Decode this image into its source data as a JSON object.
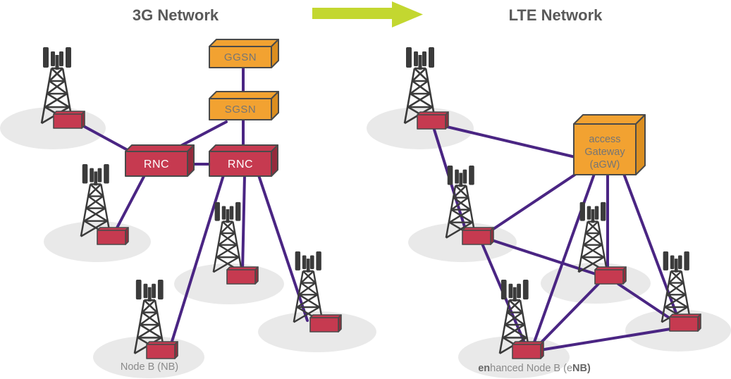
{
  "colors": {
    "background": "#FFFFFF",
    "title-text": "#595959",
    "caption-text": "#8A8A8A",
    "caption-bold-text": "#666666",
    "core-box-fill": "#F2A231",
    "core-box-side": "#DB8E20",
    "core-box-text": "#757575",
    "node-box-fill": "#C63A50",
    "node-box-side": "#952B3C",
    "node-box-text": "#FFFFFF",
    "box-outline": "#4A4A4A",
    "link-line": "#4A2583",
    "transition-arrow": "#C3D730",
    "coverage-ellipse": "#E9E9E9",
    "tower": "#3B3B3B"
  },
  "g3": {
    "title": "3G Network",
    "ggsn_label": "GGSN",
    "sgsn_label": "SGSN",
    "rnc_left_label": "RNC",
    "rnc_right_label": "RNC",
    "cell_site_label": "Node B (NB)",
    "cell_site_count": 5,
    "links": [
      [
        "GGSN",
        "SGSN"
      ],
      [
        "SGSN",
        "RNC-left"
      ],
      [
        "SGSN",
        "RNC-right"
      ],
      [
        "RNC-left",
        "RNC-right"
      ],
      [
        "NB-1",
        "RNC-left"
      ],
      [
        "RNC-left",
        "NB-2"
      ],
      [
        "RNC-right",
        "NB-3"
      ],
      [
        "RNC-right",
        "NB-4"
      ],
      [
        "RNC-right",
        "NB-5"
      ]
    ]
  },
  "lte": {
    "title": "LTE Network",
    "gateway_label_line1": "access",
    "gateway_label_line2": "Gateway",
    "gateway_label_line3": "(aGW)",
    "cell_site_label_bold_start": "en",
    "cell_site_label_mid": "hanced Node B (e",
    "cell_site_label_bold_end": "NB)",
    "cell_site_count": 5,
    "links": [
      [
        "eNB-1",
        "aGW"
      ],
      [
        "eNB-1",
        "eNB-2"
      ],
      [
        "aGW",
        "eNB-2"
      ],
      [
        "aGW",
        "eNB-3"
      ],
      [
        "aGW",
        "eNB-4"
      ],
      [
        "aGW",
        "eNB-5"
      ],
      [
        "eNB-2",
        "eNB-3"
      ],
      [
        "eNB-2",
        "eNB-4"
      ],
      [
        "eNB-3",
        "eNB-4"
      ],
      [
        "eNB-3",
        "eNB-5"
      ],
      [
        "eNB-4",
        "eNB-5"
      ]
    ]
  }
}
